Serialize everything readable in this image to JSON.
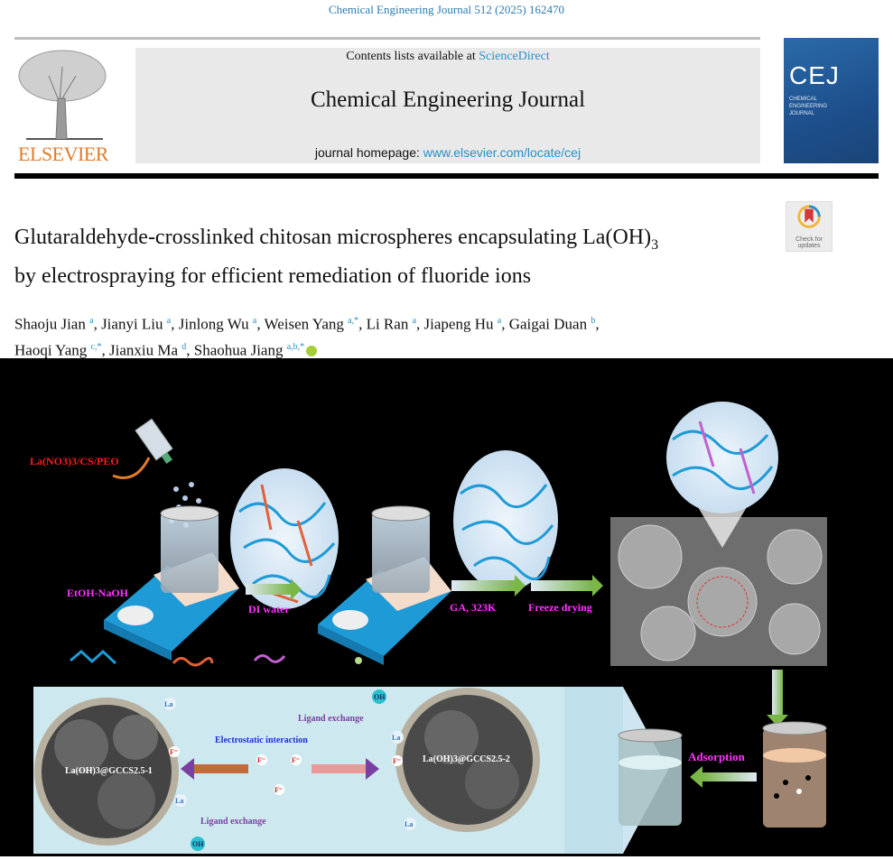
{
  "header": {
    "journal_reference": "Chemical Engineering Journal 512 (2025) 162470",
    "contents_prefix": "Contents lists available at ",
    "contents_link": "ScienceDirect",
    "journal_title": "Chemical Engineering Journal",
    "homepage_prefix": "journal homepage: ",
    "homepage_link": "www.elsevier.com/locate/cej",
    "publisher_logo": "ELSEVIER",
    "cover_abbrev": "CEJ",
    "cover_subtitle": "CHEMICAL ENGINEERING JOURNAL",
    "crossmark_label": "Check for updates"
  },
  "article": {
    "title_main": "Glutaraldehyde-crosslinked chitosan microspheres encapsulating La(OH)",
    "title_sub": "3",
    "title_line2": "by electrospraying for efficient remediation of fluoride ions",
    "authors": [
      {
        "name": "Shaoju Jian",
        "aff": "a"
      },
      {
        "name": "Jianyi Liu",
        "aff": "a"
      },
      {
        "name": "Jinlong Wu",
        "aff": "a"
      },
      {
        "name": "Weisen Yang",
        "aff": "a,*"
      },
      {
        "name": "Li Ran",
        "aff": "a"
      },
      {
        "name": "Jiapeng Hu",
        "aff": "a"
      },
      {
        "name": "Gaigai Duan",
        "aff": "b"
      },
      {
        "name": "Haoqi Yang",
        "aff": "c,*"
      },
      {
        "name": "Jianxiu Ma",
        "aff": "d"
      },
      {
        "name": "Shaohua Jiang",
        "aff": "a,b,*"
      }
    ]
  },
  "graphical_abstract": {
    "precursor_label": "La(NO3)3/CS/PEO",
    "bath_label": "EtOH-NaOH",
    "step1_label": "DI water",
    "step2_label": "GA, 323K",
    "step3_label": "Freeze drying",
    "adsorption_label": "Adsorption",
    "electrostatic_label": "Electrostatic interaction",
    "ligand_exchange_top": "Ligand exchange",
    "ligand_exchange_bottom": "Ligand exchange",
    "sample1_label": "La(OH)3@GCCS2.5-1",
    "sample2_label": "La(OH)3@GCCS2.5-2",
    "ion_fluoride": "F⁻",
    "ion_la": "La",
    "ion_oh": "OH",
    "colors": {
      "chitosan": "#1e9ad6",
      "peo": "#e0603a",
      "ga": "#c060d0",
      "la": "#b8d88a",
      "label_magenta": "#ff33ff",
      "label_red": "#ff1a1a"
    }
  }
}
